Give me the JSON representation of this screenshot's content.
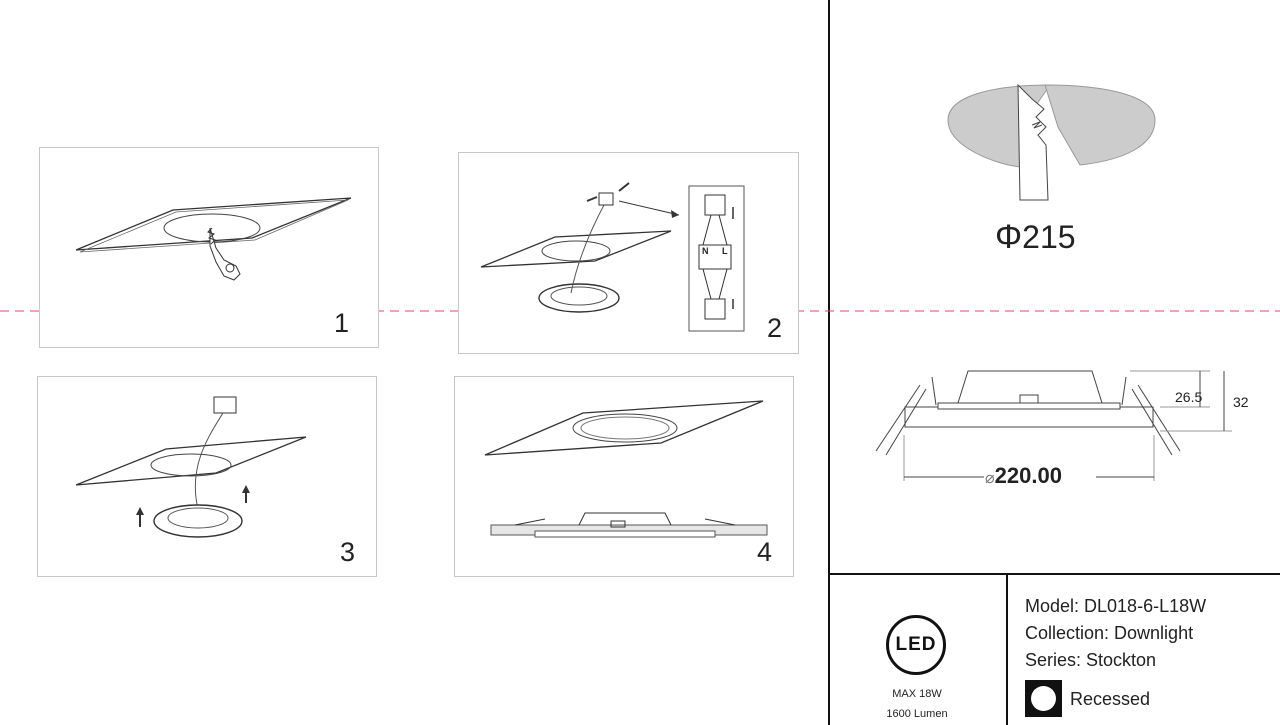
{
  "steps": [
    {
      "number": "1"
    },
    {
      "number": "2"
    },
    {
      "number": "3"
    },
    {
      "number": "4"
    }
  ],
  "wiring": {
    "neutral": "N",
    "live": "L"
  },
  "cutout": {
    "symbol": "Φ",
    "value": "215"
  },
  "dimensions": {
    "inner_height": "26.5",
    "total_height": "32",
    "diameter_symbol": "⌀",
    "diameter": "220.00"
  },
  "badge": {
    "logo_text": "LED",
    "max_power": "MAX 18W",
    "lumen": "1600 Lumen"
  },
  "product": {
    "model": "Model: DL018-6-L18W",
    "collection": "Collection: Downlight",
    "series": "Series: Stockton",
    "mount_type": "Recessed"
  },
  "colors": {
    "guide_line": "#e0457a",
    "cutout_fill": "#cccccc",
    "frame": "#111111"
  }
}
